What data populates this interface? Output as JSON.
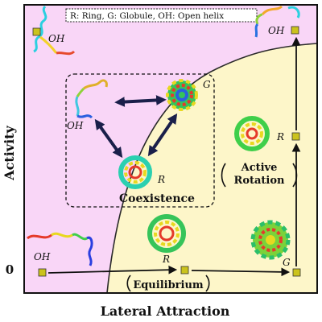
{
  "legend": "R: Ring, G: Globule, OH: Open helix",
  "axes": {
    "x_label": "Lateral Attraction",
    "y_label": "Activity",
    "origin_label": "0"
  },
  "states": {
    "oh_top": "OH",
    "g_top": "OH",
    "oh_box": "OH",
    "g_box": "G",
    "r_box": "R",
    "r_right": "R",
    "oh_bottom": "OH",
    "r_bottom": "R",
    "g_bottom": "G"
  },
  "annotations": {
    "coexistence": "Coexistence",
    "active_rotation_line1": "Active",
    "active_rotation_line2": "Rotation",
    "equilibrium": "Equilibrium"
  },
  "colors": {
    "pink_region": "#f9d6f7",
    "yellow_region": "#fdf6c9",
    "marker": "#cbc31c"
  }
}
